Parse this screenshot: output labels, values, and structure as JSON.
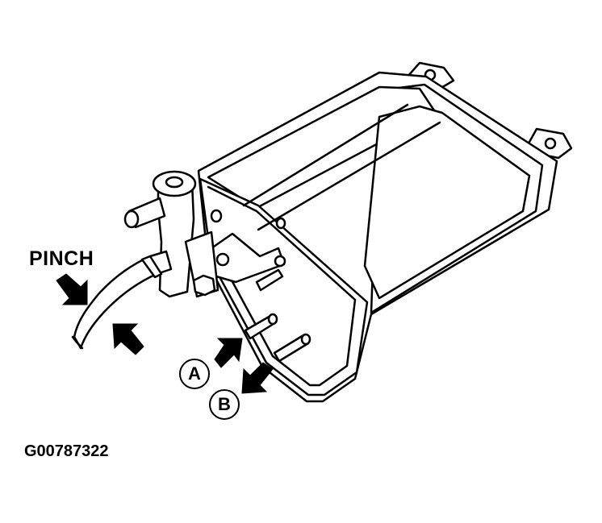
{
  "diagram": {
    "callout_pinch": "PINCH",
    "label_a": "A",
    "label_b": "B",
    "figure_code": "G00787322",
    "line_color": "#000000",
    "fill_color": "#ffffff"
  }
}
